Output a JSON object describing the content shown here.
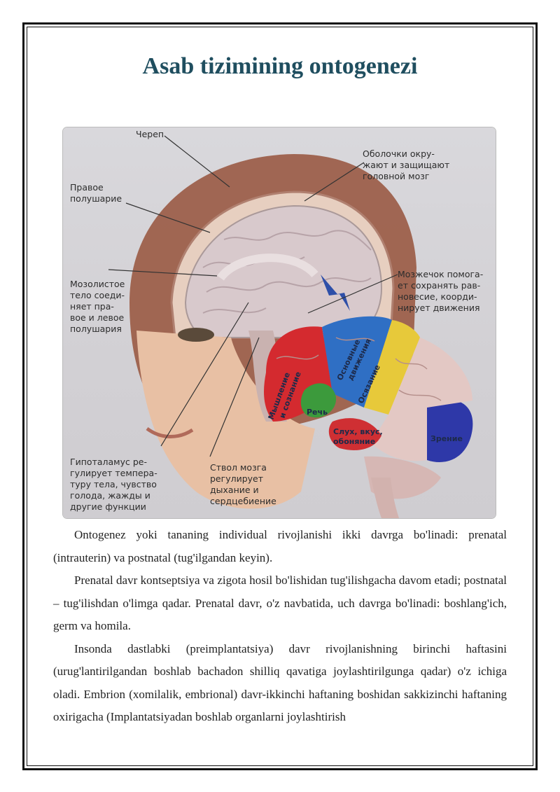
{
  "title": "Asab tizimining ontogenezi",
  "figure": {
    "labels": {
      "skull": "Череп",
      "meninges": "Оболочки окру-\nжают и защищают\nголовной мозг",
      "right_hemisphere": "Правое\nполушарие",
      "corpus_callosum": "Мозолистое\nтело соеди-\nняет пра-\nвое и левое\nполушария",
      "cerebellum": "Мозжечок помога-\nет сохранять рав-\nновесие, коорди-\nнирует движения",
      "hypothalamus": "Гипоталамус ре-\nгулирует темпера-\nтуру тела, чувство\nголода, жажды и\nдругие функции",
      "brainstem": "Ствол мозга\nрегулирует\nдыхание и\nсердцебиение"
    },
    "areas": {
      "thinking": "Мышление",
      "thinking2": "и сознание",
      "speech": "Речь",
      "movement": "Основные",
      "movement2": "движения",
      "touch": "Осязание",
      "hearing": "Слух, вкус,",
      "hearing2": "обоняние",
      "vision": "Зрение"
    },
    "colors": {
      "thinking": "#d42a2f",
      "speech": "#3c9a3c",
      "movement": "#2f6fc4",
      "touch": "#e7c93a",
      "hearing": "#cf2f33",
      "vision": "#2e38a8"
    }
  },
  "paragraphs": [
    "Ontogenez yoki tananing individual rivojlanishi ikki davrga bo'linadi: prenatal (intrauterin) va postnatal (tug'ilgandan keyin).",
    "Prenatal davr kontseptsiya va zigota hosil bo'lishidan tug'ilishgacha davom etadi; postnatal – tug'ilishdan o'limga qadar. Prenatal davr, o'z navbatida, uch davrga bo'linadi: boshlang'ich, germ va homila.",
    "Insonda dastlabki (preimplantatsiya) davr rivojlanishning birinchi haftasini (urug'lantirilgandan boshlab bachadon shilliq qavatiga joylashtirilgunga qadar) o'z ichiga oladi. Embrion (xomilalik, embrional) davr-ikkinchi haftaning boshidan sakkizinchi haftaning oxirigacha (Implantatsiyadan boshlab organlarni joylashtirish"
  ]
}
